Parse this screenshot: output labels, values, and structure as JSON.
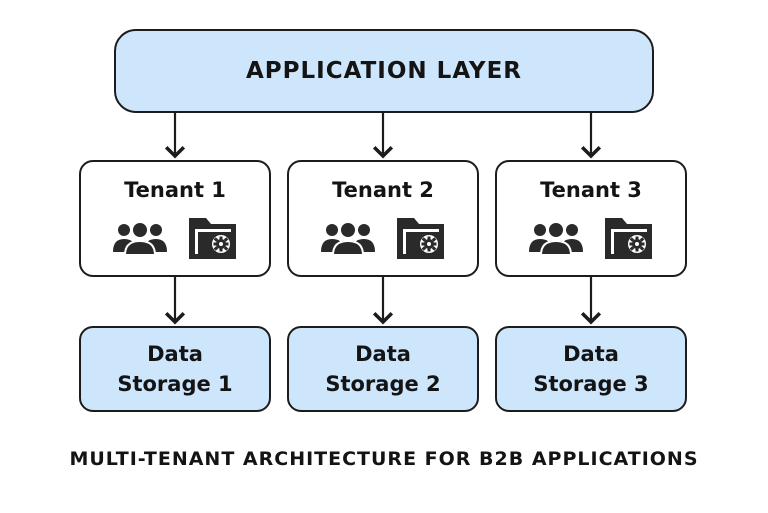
{
  "application_layer": {
    "label": "APPLICATION LAYER"
  },
  "tenants": [
    {
      "name": "Tenant 1",
      "icons": [
        "users-icon",
        "folder-settings-icon"
      ],
      "storage": {
        "line1": "Data",
        "line2": "Storage 1"
      }
    },
    {
      "name": "Tenant 2",
      "icons": [
        "users-icon",
        "folder-settings-icon"
      ],
      "storage": {
        "line1": "Data",
        "line2": "Storage 2"
      }
    },
    {
      "name": "Tenant 3",
      "icons": [
        "users-icon",
        "folder-settings-icon"
      ],
      "storage": {
        "line1": "Data",
        "line2": "Storage 3"
      }
    }
  ],
  "caption": "MULTI-TENANT ARCHITECTURE FOR B2B APPLICATIONS",
  "colors": {
    "box_fill_blue": "#cde6fb",
    "stroke": "#1c1c1c",
    "icon": "#2a2a2a"
  }
}
